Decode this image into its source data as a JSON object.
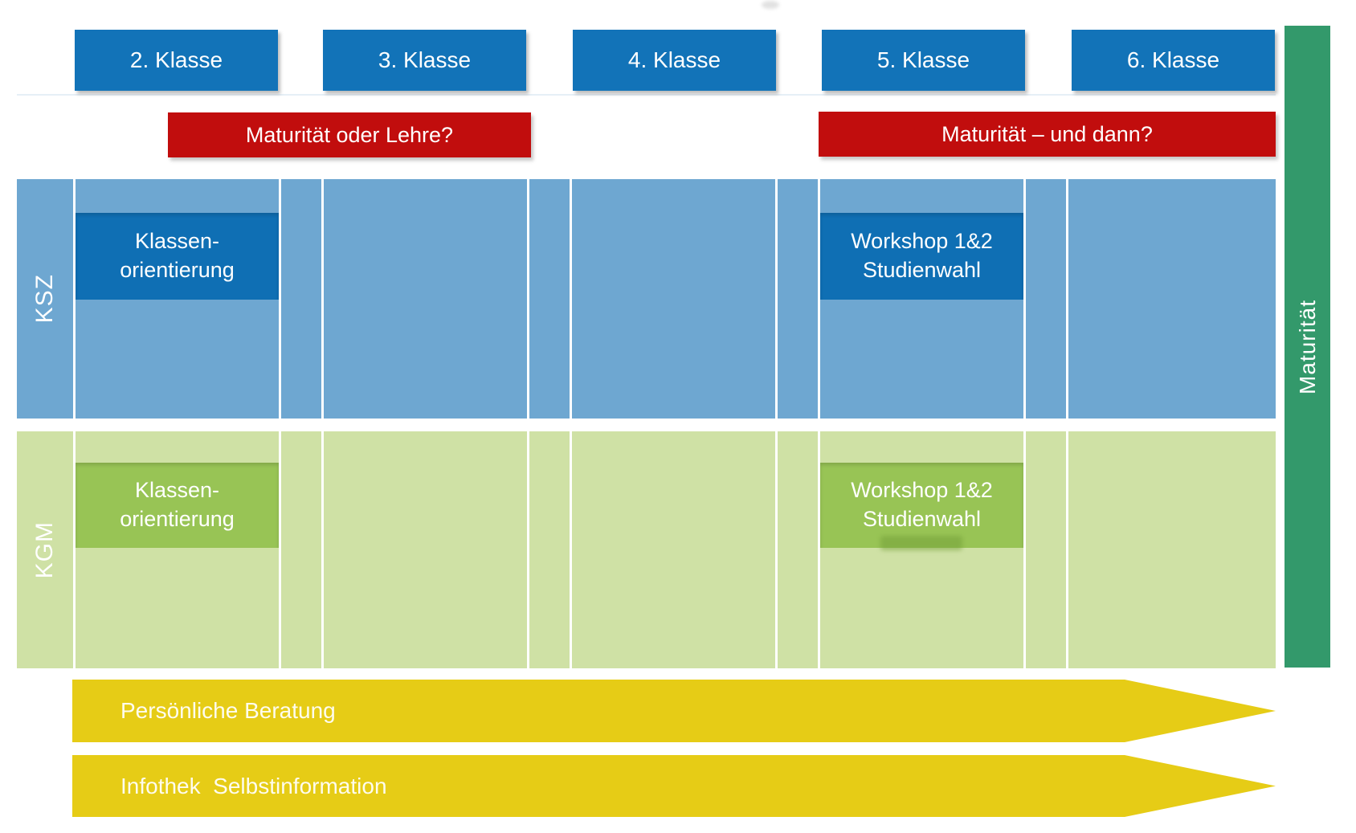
{
  "header": {
    "classes": [
      "2. Klasse",
      "3. Klasse",
      "4. Klasse",
      "5. Klasse",
      "6. Klasse"
    ]
  },
  "banners": {
    "left": "Maturität oder Lehre?",
    "right": "Maturität – und dann?"
  },
  "rows": {
    "ksz": {
      "label": "KSZ",
      "orientation": {
        "line1": "Klassen-",
        "line2": "orientierung"
      },
      "workshop": {
        "line1": "Workshop 1&2",
        "line2": "Studienwahl"
      }
    },
    "kgm": {
      "label": "KGM",
      "orientation": {
        "line1": "Klassen-",
        "line2": "orientierung"
      },
      "workshop": {
        "line1": "Workshop 1&2",
        "line2": "Studienwahl"
      }
    }
  },
  "maturity_bar": {
    "label": "Maturität"
  },
  "arrows": {
    "consulting": "Persönliche Beratung",
    "infothek": "Infothek  Selbstinformation"
  },
  "colors": {
    "header-blue": "#1273b8",
    "band-blue": "#6ea7d1",
    "event-blue": "#0f6fb4",
    "band-green": "#cfe1a5",
    "event-green": "#98c455",
    "red": "#c10d0d",
    "teal": "#33996b",
    "yellow": "#e6cc16"
  }
}
